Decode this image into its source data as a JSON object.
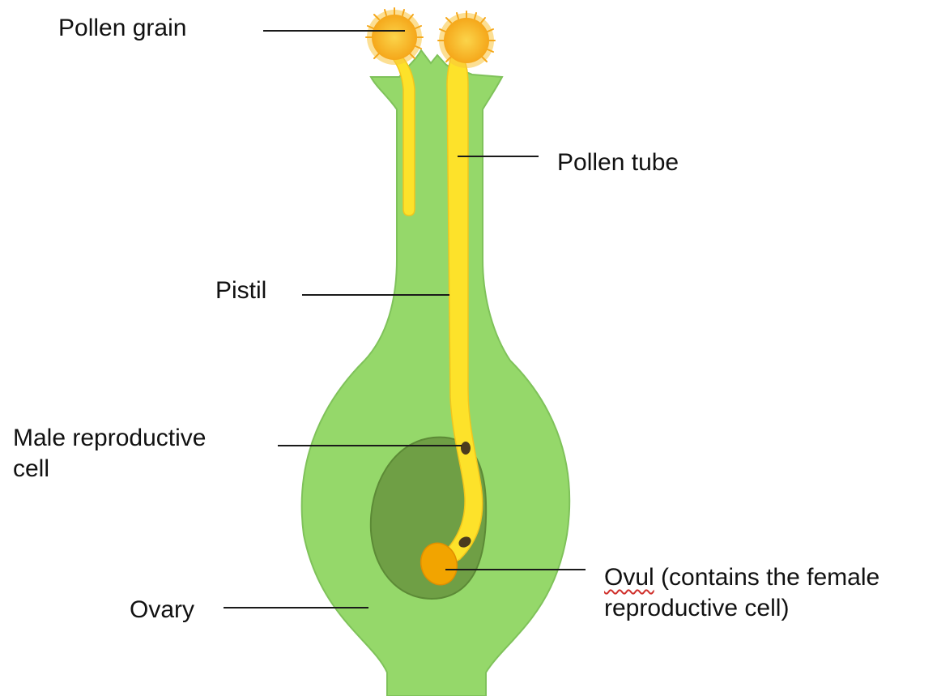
{
  "labels": {
    "pollen_grain": "Pollen grain",
    "pollen_tube": "Pollen tube",
    "pistil": "Pistil",
    "male_line1": "Male reproductive",
    "male_line2": "cell",
    "ovary": "Ovary",
    "ovul_word": "Ovul",
    "ovul_rest": " (contains the female",
    "ovul_line2": "reproductive cell)"
  },
  "colors": {
    "pistil_green": "#95d86a",
    "pistil_outline": "#7fc25a",
    "ovule_dark_green": "#6f9f45",
    "ovule_outline": "#5c8a36",
    "tube_yellow": "#fde22a",
    "tube_outline": "#f2c51c",
    "pollen_orange": "#f7b81d",
    "egg_orange": "#f2a400",
    "nucleus": "#4a3b1e",
    "leader_line": "#1a1a1a"
  }
}
